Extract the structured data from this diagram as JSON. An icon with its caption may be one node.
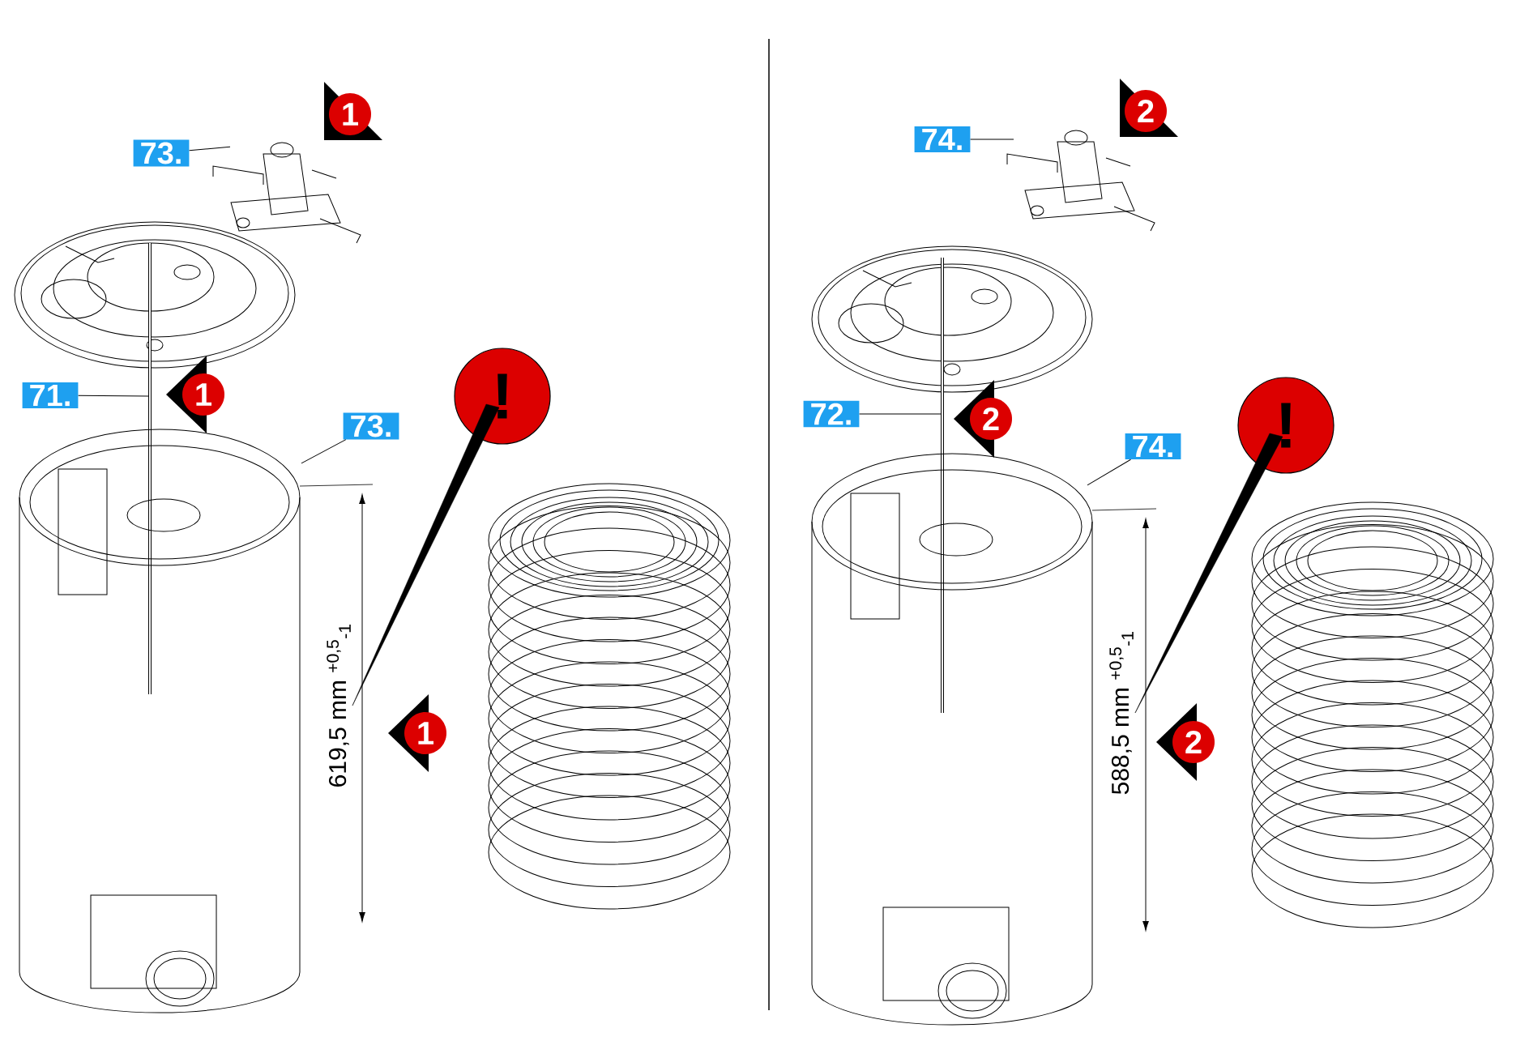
{
  "diagram": {
    "nodes": [
      {
        "text": [
          "73."
        ]
      },
      {
        "text": [
          "1"
        ]
      },
      {
        "text": [
          "71."
        ]
      },
      {
        "text": [
          "1"
        ]
      },
      {
        "text": [
          "73."
        ]
      },
      {
        "text": [
          "!"
        ]
      },
      {
        "text": [
          "619,5 mm $^{+0,5}$$_{-1}$"
        ]
      },
      {
        "text": [
          "1"
        ]
      },
      {
        "text": [
          "74."
        ]
      },
      {
        "text": [
          "2"
        ]
      },
      {
        "text": [
          "72."
        ]
      },
      {
        "text": [
          "2"
        ]
      },
      {
        "text": [
          "74."
        ]
      },
      {
        "text": [
          "!"
        ]
      },
      {
        "text": [
          "588,5 mm $^{+0,5}$$_{-1}$"
        ]
      },
      {
        "text": [
          "2"
        ]
      },
      {
        "text": [],
        "shape": "picture"
      },
      {
        "text": [],
        "shape": "picture"
      },
      {
        "text": [],
        "shape": "picture"
      },
      {
        "text": [],
        "shape": "picture"
      },
      {
        "text": [],
        "shape": "picture"
      },
      {
        "text": [],
        "shape": "picture"
      }
    ],
    "edges": [
      {
        "from": 0,
        "to": 16,
        "arrow": "none"
      },
      {
        "from": 2,
        "to": 17,
        "arrow": "none"
      },
      {
        "from": 4,
        "to": 18,
        "arrow": "none"
      },
      {
        "from": 5,
        "to": 6,
        "arrow": "none"
      },
      {
        "from": 8,
        "to": 19,
        "arrow": "none"
      },
      {
        "from": 10,
        "to": 20,
        "arrow": "none"
      },
      {
        "from": 12,
        "to": 21,
        "arrow": "none"
      },
      {
        "from": 13,
        "to": 14,
        "arrow": "none"
      }
    ]
  }
}
